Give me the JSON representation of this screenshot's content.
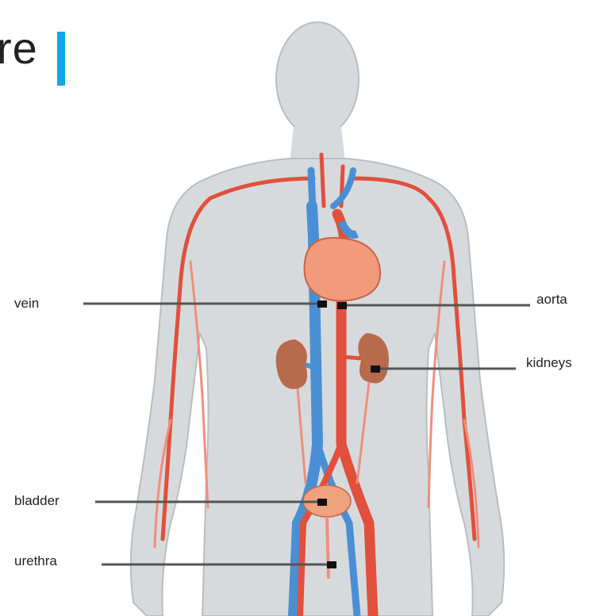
{
  "title": {
    "text": "re",
    "accent_color": "#14a5e6"
  },
  "labels": {
    "vein": "vein",
    "aorta": "aorta",
    "kidneys": "kidneys",
    "bladder": "bladder",
    "urethra": "urethra"
  },
  "colors": {
    "body": "#d7dadc",
    "body_outline": "#b9bdc0",
    "artery": "#e0503c",
    "artery_light": "#ef8f7d",
    "vein": "#4a8fd4",
    "heart": "#f29a7c",
    "kidney": "#b86a4c",
    "bladder": "#f0a17e",
    "leader_line": "#555555",
    "marker": "#111111"
  }
}
